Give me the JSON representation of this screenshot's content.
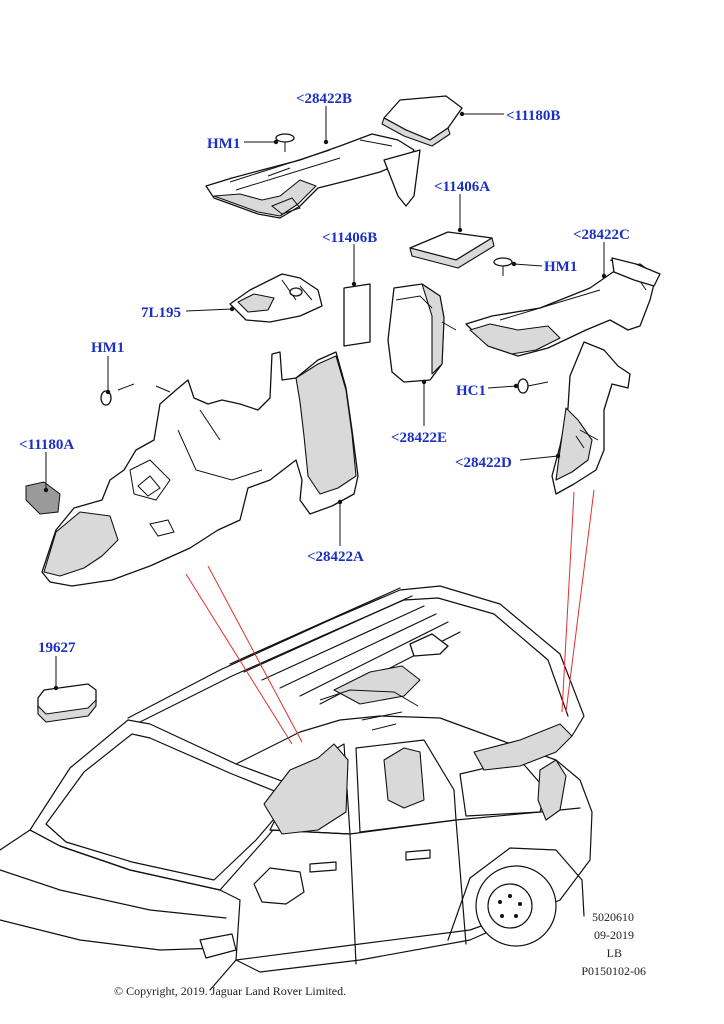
{
  "callouts": {
    "c28422B": "<28422B",
    "c11180B": "<11180B",
    "hm1_top": "HM1",
    "c11406A": "<11406A",
    "c11406B": "<11406B",
    "c28422C": "<28422C",
    "hm1_right": "HM1",
    "c7L195": "7L195",
    "hm1_left": "HM1",
    "hc1": "HC1",
    "c28422E": "<28422E",
    "c28422D": "<28422D",
    "c11180A": "<11180A",
    "c28422A": "<28422A",
    "c19627": "19627"
  },
  "meta": {
    "diagram_number": "5020610",
    "date": "09-2019",
    "market": "LB",
    "illustration_code": "P0150102-06"
  },
  "copyright": "© Copyright, 2019. Jaguar Land Rover Limited.",
  "colors": {
    "callout": "#1a2fc4",
    "indicator": "#e03030"
  }
}
